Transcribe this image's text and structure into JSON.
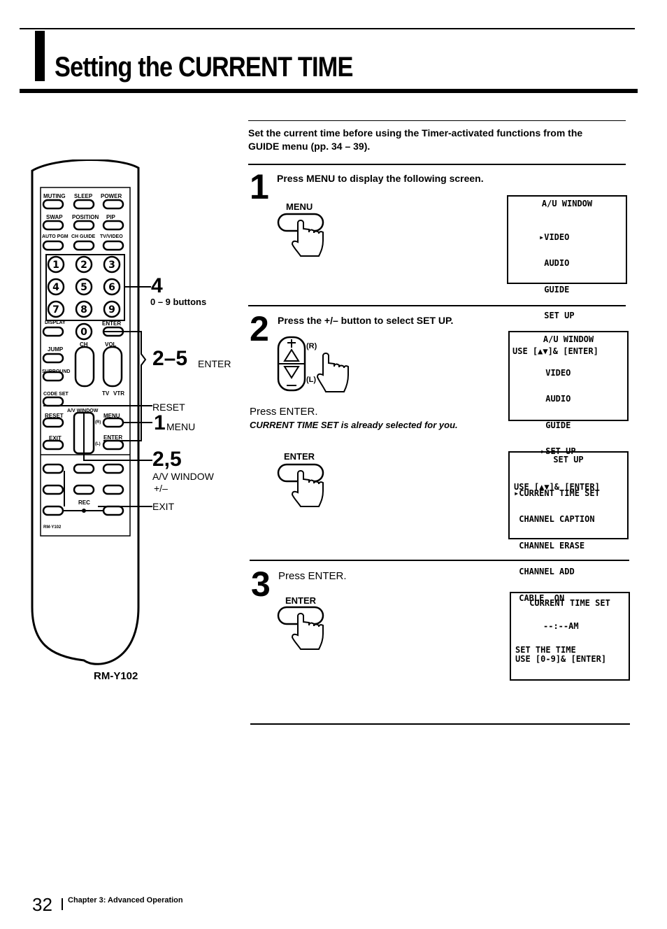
{
  "title": "Setting the CURRENT TIME",
  "intro": "Set the current time before using the Timer-activated functions from the GUIDE menu (pp. 34 – 39).",
  "steps": [
    {
      "number": "1",
      "text": "Press MENU to display the following screen.",
      "button": "MENU"
    },
    {
      "number": "2",
      "text": "Press the +/– button to select SET UP.",
      "plus_r": "(R)",
      "minus_l": "(L)",
      "press_enter": "Press ENTER.",
      "note": "CURRENT TIME SET is already selected for you.",
      "button": "ENTER"
    },
    {
      "number": "3",
      "text": "Press ENTER.",
      "button": "ENTER"
    }
  ],
  "osd_screens": {
    "screen1": {
      "title": "A/U WINDOW",
      "items": [
        "▸VIDEO",
        " AUDIO",
        " GUIDE",
        " SET UP"
      ],
      "footer": "USE [▲▼]& [ENTER]"
    },
    "screen2": {
      "title": "A/U WINDOW",
      "items": [
        " VIDEO",
        " AUDIO",
        " GUIDE",
        "▸SET UP"
      ],
      "footer": "USE [▲▼]& [ENTER]"
    },
    "screen3": {
      "title": "SET UP",
      "items": [
        "▸CURRENT TIME SET",
        " CHANNEL CAPTION",
        " CHANNEL ERASE",
        " CHANNEL ADD",
        " CABLE  ON"
      ]
    },
    "screen4": {
      "title": "CURRENT TIME SET",
      "time": "--:--AM",
      "footer1": "SET THE TIME",
      "footer2": "USE [0-9]& [ENTER]"
    }
  },
  "remote": {
    "model": "RM-Y102",
    "model_small": "RM-Y102",
    "labels": {
      "muting": "MUTING",
      "sleep": "SLEEP",
      "power": "POWER",
      "swap": "SWAP",
      "position": "POSITION",
      "pip": "PIP",
      "auto_pgm": "AUTO PGM",
      "ch_guide": "CH GUIDE",
      "tv_video": "TV/VIDEO",
      "display": "DISPLAY",
      "enter": "ENTER",
      "jump": "JUMP",
      "ch": "CH",
      "vol": "VOL",
      "surround": "SURROUND",
      "code_set": "CODE SET",
      "tv": "TV",
      "vtr": "VTR",
      "reset": "RESET",
      "av_window": "A/V WINDOW",
      "menu": "MENU",
      "exit": "EXIT",
      "enter2": "ENTER",
      "rec": "REC",
      "r": "(R)",
      "l": "(L)"
    },
    "digits": [
      "1",
      "2",
      "3",
      "4",
      "5",
      "6",
      "7",
      "8",
      "9",
      "0"
    ]
  },
  "callouts": {
    "c4": "4",
    "c4_sub": "0 – 9 buttons",
    "c25": "2–5",
    "c25_sub": "ENTER",
    "reset": "RESET",
    "c1": "1",
    "c1_sub": "MENU",
    "c2_5": "2,5",
    "c2_5_sub1": "A/V WINDOW",
    "c2_5_sub2": "+/–",
    "exit": "EXIT"
  },
  "footer": {
    "page": "32",
    "chapter": "Chapter 3: Advanced Operation"
  }
}
